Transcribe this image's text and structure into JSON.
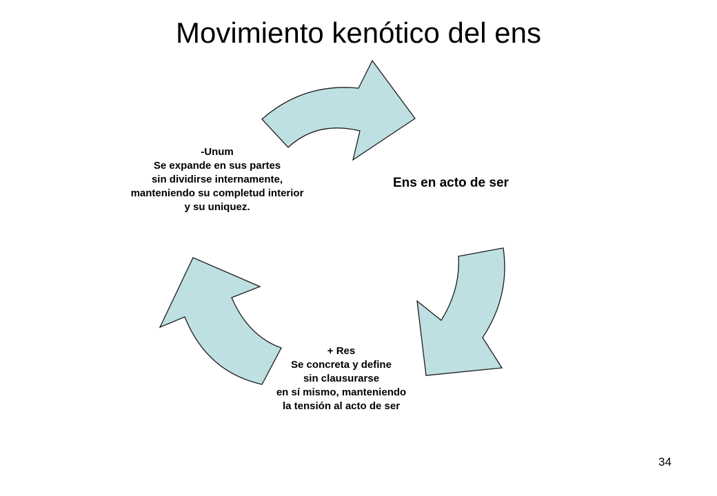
{
  "slide": {
    "title": "Movimiento kenótico del ens",
    "page_number": "34"
  },
  "diagram": {
    "type": "cycle",
    "arrow_fill": "#bfe0e3",
    "arrow_stroke": "#1a1a1a",
    "nodes": {
      "top": {
        "label": "Ens en acto de ser"
      },
      "left": {
        "lines": [
          "-Unum",
          "Se expande en sus partes",
          "sin dividirse internamente,",
          "manteniendo su completud interior",
          "y su uniquez."
        ]
      },
      "bottom": {
        "lines": [
          "+ Res",
          "Se concreta y define",
          "sin clausurarse",
          "en sí mismo, manteniendo",
          "la tensión al acto de ser"
        ]
      }
    }
  }
}
